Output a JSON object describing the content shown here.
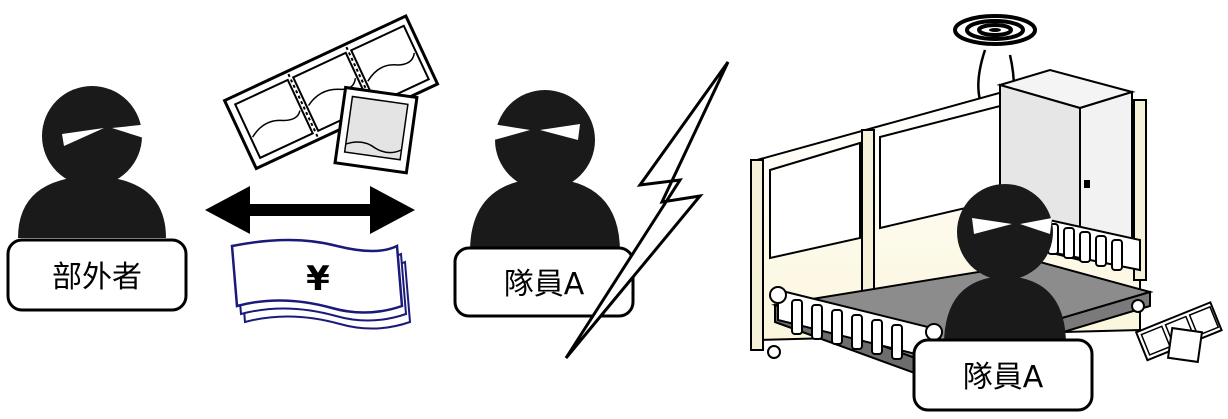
{
  "labels": {
    "outsider": "部外者",
    "member_a_center": "隊員A",
    "member_a_right": "隊員A",
    "yen": "¥"
  },
  "colors": {
    "figure": "#1a1a1a",
    "banknote_line": "#1a1a7a",
    "partition_frame": "#f4f1d8",
    "mattress": "#8c8c8c",
    "locker": "#eeeeee"
  }
}
